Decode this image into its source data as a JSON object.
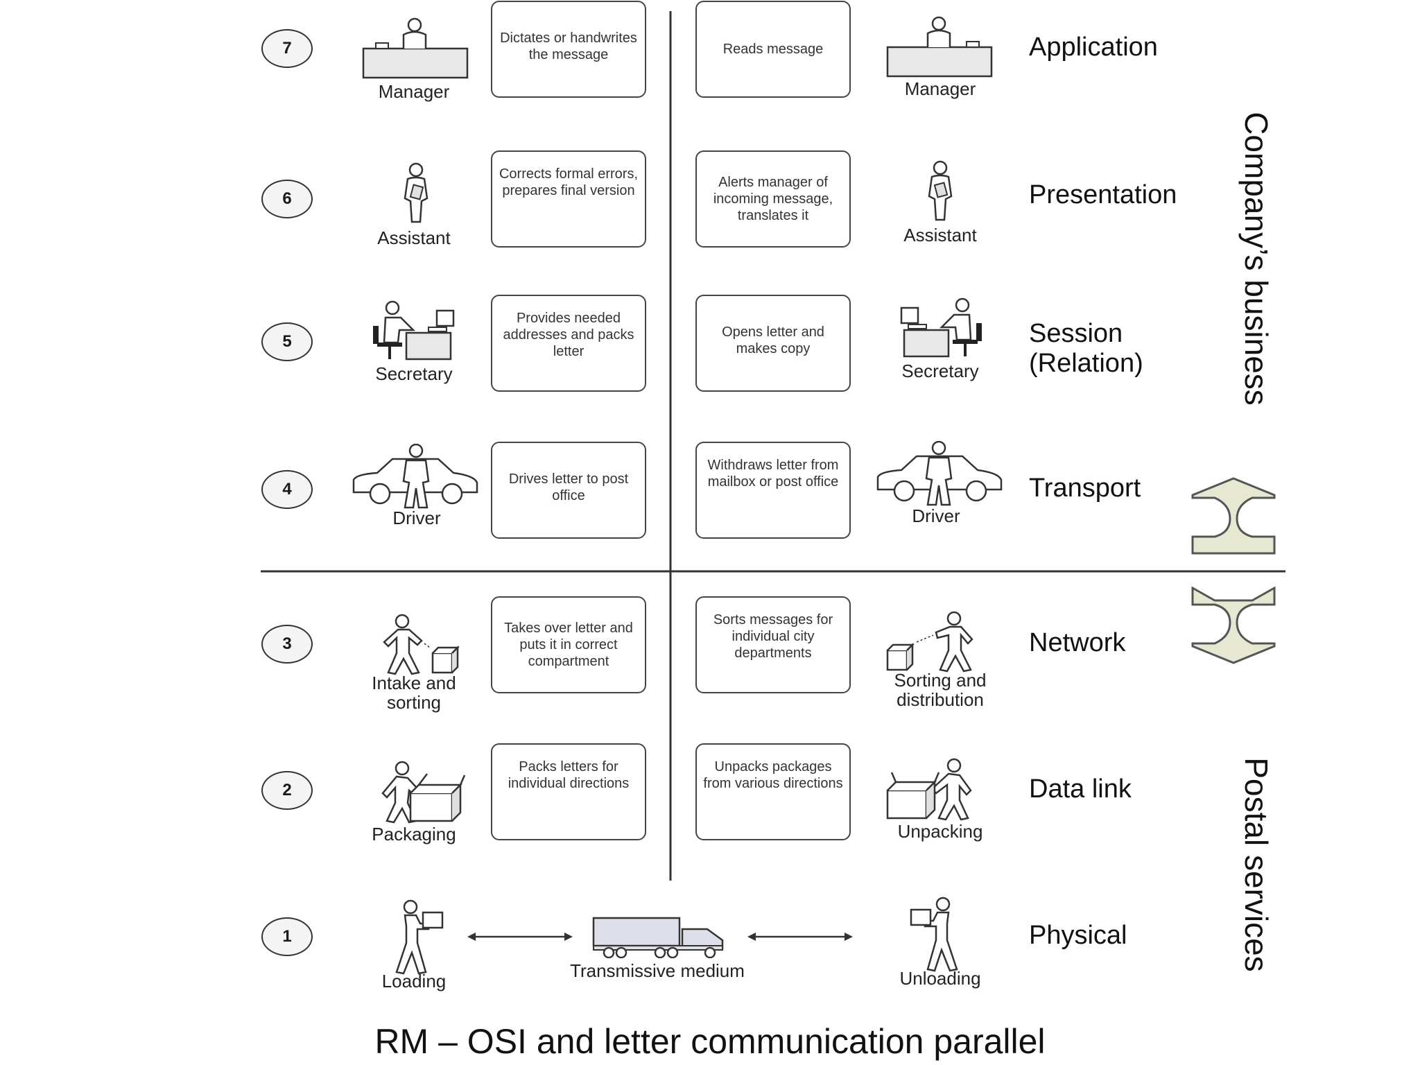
{
  "layers": [
    {
      "number": "7",
      "name": "Application",
      "sender_role": "Manager",
      "sender_task": "Dictates or handwrites the message",
      "receiver_task": "Reads message",
      "receiver_role": "Manager",
      "icon_left": "manager-desk-icon",
      "icon_right": "manager-desk-icon"
    },
    {
      "number": "6",
      "name": "Presentation",
      "sender_role": "Assistant",
      "sender_task": "Corrects formal errors, prepares final version",
      "receiver_task": "Alerts manager of incoming message, translates it",
      "receiver_role": "Assistant",
      "icon_left": "assistant-icon",
      "icon_right": "assistant-icon"
    },
    {
      "number": "5",
      "name": "Session (Relation)",
      "name_line1": "Session",
      "name_line2": "(Relation)",
      "sender_role": "Secretary",
      "sender_task": "Provides needed addresses and packs letter",
      "receiver_task": "Opens letter and makes copy",
      "receiver_role": "Secretary",
      "icon_left": "secretary-computer-icon",
      "icon_right": "secretary-computer-icon"
    },
    {
      "number": "4",
      "name": "Transport",
      "sender_role": "Driver",
      "sender_task": "Drives letter to post office",
      "receiver_task": "Withdraws letter from mailbox or post office",
      "receiver_role": "Driver",
      "icon_left": "driver-car-icon",
      "icon_right": "driver-car-icon"
    },
    {
      "number": "3",
      "name": "Network",
      "sender_role": "Intake and sorting",
      "sender_role_l1": "Intake and",
      "sender_role_l2": "sorting",
      "sender_task": "Takes over letter and puts it in correct compartment",
      "receiver_task": "Sorts messages for individual city departments",
      "receiver_role": "Sorting and distribution",
      "receiver_role_l1": "Sorting and",
      "receiver_role_l2": "distribution",
      "icon_left": "sorting-worker-icon",
      "icon_right": "sorting-worker-icon"
    },
    {
      "number": "2",
      "name": "Data link",
      "sender_role": "Packaging",
      "sender_task": "Packs letters for individual directions",
      "receiver_task": "Unpacks packages from various directions",
      "receiver_role": "Unpacking",
      "icon_left": "packaging-worker-icon",
      "icon_right": "unpacking-worker-icon"
    },
    {
      "number": "1",
      "name": "Physical",
      "sender_role": "Loading",
      "medium_label": "Transmissive medium",
      "receiver_role": "Unloading",
      "icon_left": "loading-worker-icon",
      "icon_medium": "truck-icon",
      "icon_right": "unloading-worker-icon"
    }
  ],
  "groups": {
    "upper": "Company’s business",
    "lower": "Postal services"
  },
  "footer": "RM – OSI and letter communication parallel",
  "colors": {
    "line": "#333333",
    "arrow_fill": "#e6e8d2",
    "arrow_stroke": "#555555",
    "circle_fill": "#f4f4f4"
  }
}
